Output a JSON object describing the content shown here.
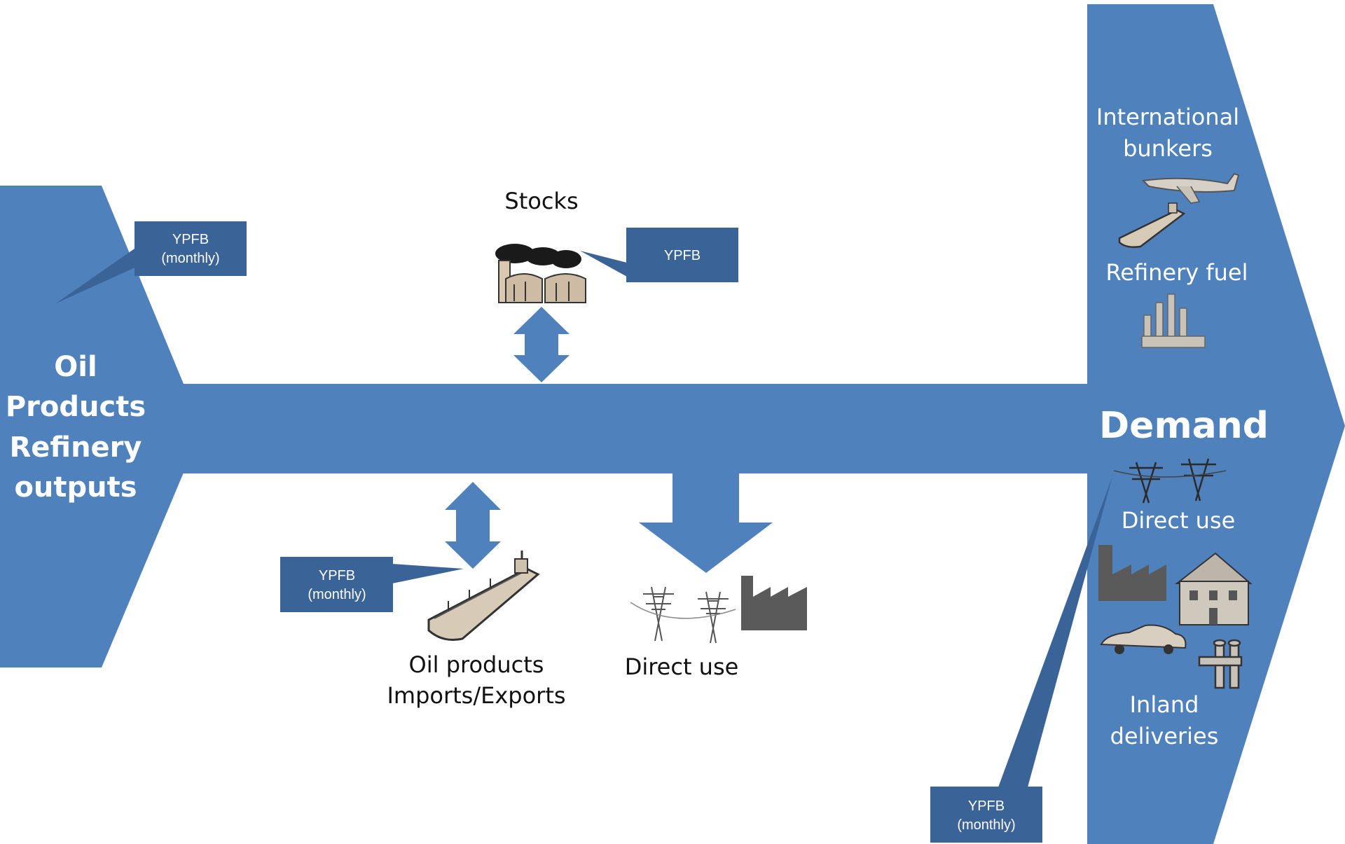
{
  "colors": {
    "flow_blue": "#4f81bd",
    "callout_blue": "#3a6398",
    "white": "#ffffff",
    "text_dark": "#111111"
  },
  "source": {
    "lines": [
      "Oil",
      "Products",
      "Refinery",
      "outputs"
    ]
  },
  "stocks": {
    "label": "Stocks",
    "callout": [
      "YPFB"
    ]
  },
  "source_callout": [
    "YPFB",
    "(monthly)"
  ],
  "trade": {
    "lines": [
      "Oil products",
      "Imports/Exports"
    ],
    "callout": [
      "YPFB",
      "(monthly)"
    ]
  },
  "direct_use_mid": {
    "label": "Direct use"
  },
  "demand": {
    "title": "Demand",
    "international_bunkers": [
      "International",
      "bunkers"
    ],
    "refinery_fuel": "Refinery fuel",
    "direct_use": "Direct use",
    "inland_deliveries": [
      "Inland",
      "deliveries"
    ],
    "callout": [
      "YPFB",
      "(monthly)"
    ]
  },
  "icons": [
    "oil-storage-icon",
    "tanker-ship-icon",
    "airplane-icon",
    "refinery-icon",
    "power-pylon-icon",
    "factory-icon",
    "house-icon",
    "car-icon",
    "industrial-pipe-icon"
  ]
}
